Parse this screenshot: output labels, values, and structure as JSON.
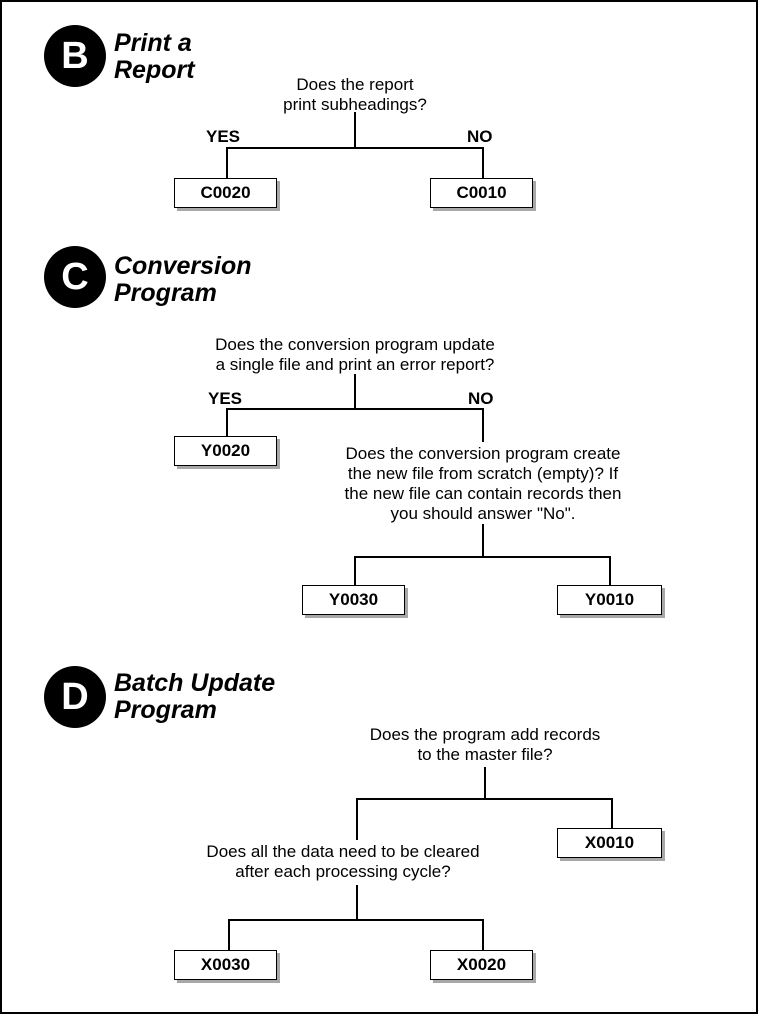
{
  "sections": {
    "b": {
      "letter": "B",
      "title": "Print a\nReport",
      "question": "Does the report\nprint subheadings?",
      "yes_label": "YES",
      "no_label": "NO",
      "yes_result": "C0020",
      "no_result": "C0010"
    },
    "c": {
      "letter": "C",
      "title": "Conversion\nProgram",
      "question": "Does the conversion program update\na single file and print an error report?",
      "yes_label": "YES",
      "no_label": "NO",
      "yes_result": "Y0020",
      "sub_question": "Does the conversion program create\nthe new file from scratch (empty)? If\nthe new file can contain records then\nyou should answer \"No\".",
      "sub_yes_result": "Y0030",
      "sub_no_result": "Y0010"
    },
    "d": {
      "letter": "D",
      "title": "Batch Update\nProgram",
      "question": "Does the program add records\nto the master file?",
      "no_result": "X0010",
      "sub_question": "Does all the data need to be cleared\nafter each processing cycle?",
      "sub_yes_result": "X0030",
      "sub_no_result": "X0020"
    }
  }
}
